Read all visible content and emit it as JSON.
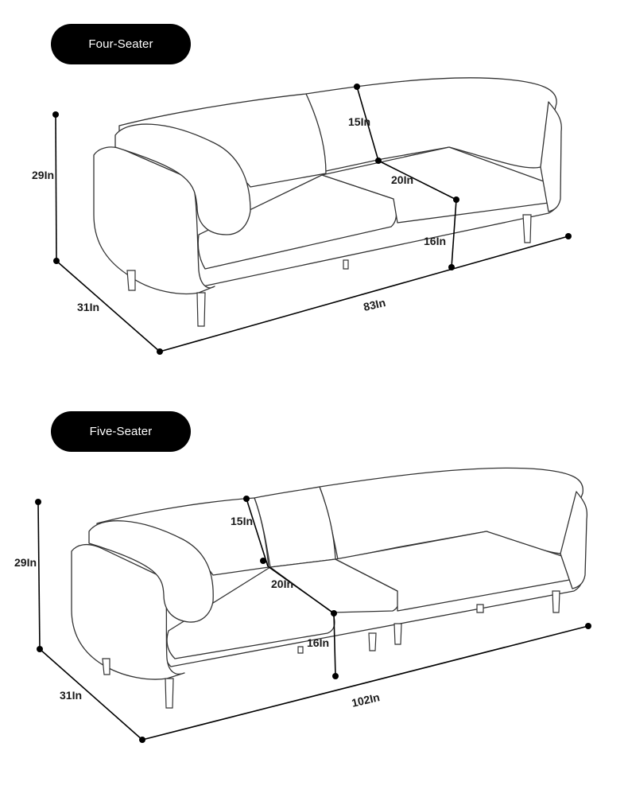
{
  "sections": [
    {
      "label": "Four-Seater",
      "dimensions": {
        "height": "29In",
        "depth": "31In",
        "width": "83In",
        "back": "15In",
        "seat_depth": "20In",
        "seat_height": "16In"
      }
    },
    {
      "label": "Five-Seater",
      "dimensions": {
        "height": "29In",
        "depth": "31In",
        "width": "102In",
        "back": "15In",
        "seat_depth": "20In",
        "seat_height": "16In"
      }
    }
  ]
}
